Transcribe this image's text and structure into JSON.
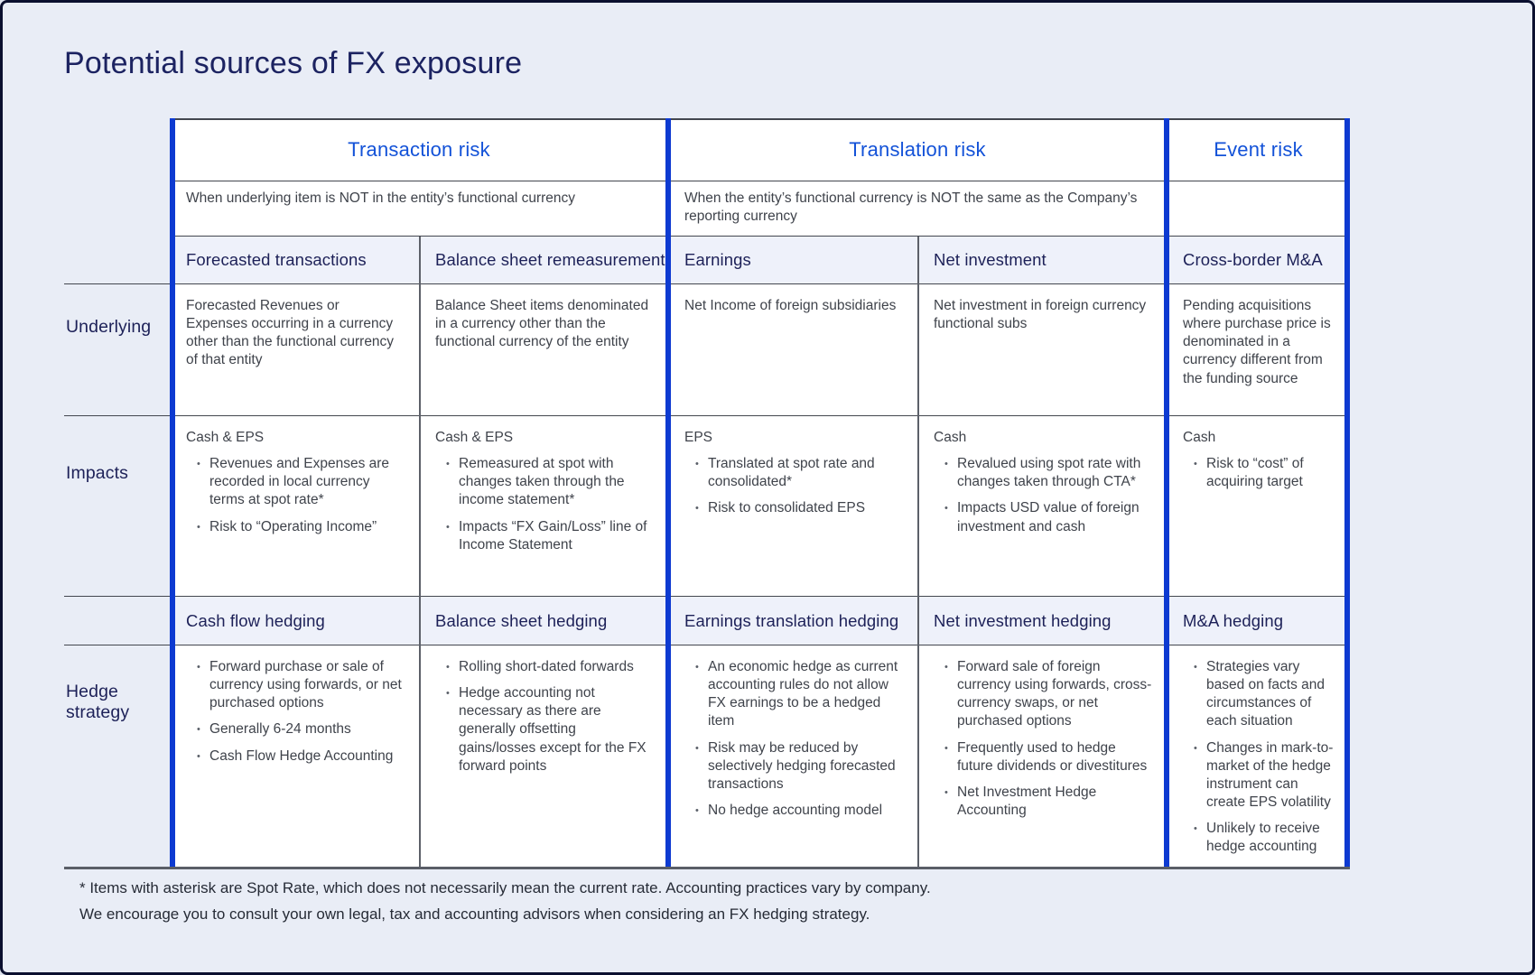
{
  "page": {
    "title": "Potential sources of FX exposure"
  },
  "table": {
    "risk_groups": [
      {
        "label": "Transaction risk",
        "description": "When underlying item is NOT in the entity’s functional currency"
      },
      {
        "label": "Translation risk",
        "description": "When the entity’s functional currency is NOT the same as the Company’s reporting currency"
      },
      {
        "label": "Event risk",
        "description": ""
      }
    ],
    "row_labels": {
      "underlying": "Underlying",
      "impacts": "Impacts",
      "hedge_strategy": "Hedge strategy"
    },
    "columns": [
      {
        "header": "Forecasted transactions",
        "underlying": "Forecasted Revenues or Expenses occurring in a currency other than the functional currency of that entity",
        "impacts_heading": "Cash & EPS",
        "impacts_bullets": [
          "Revenues and Expenses are recorded in local currency terms at spot rate*",
          "Risk to “Operating Income”"
        ],
        "hedge_header": "Cash flow hedging",
        "hedge_bullets": [
          "Forward purchase or sale of currency using forwards, or net purchased options",
          "Generally 6-24 months",
          "Cash Flow Hedge Accounting"
        ]
      },
      {
        "header": "Balance sheet remeasurement",
        "underlying": "Balance Sheet items denominated in a currency other than the functional currency of the entity",
        "impacts_heading": "Cash & EPS",
        "impacts_bullets": [
          "Remeasured at spot with changes taken through the income statement*",
          "Impacts “FX Gain/Loss” line of Income Statement"
        ],
        "hedge_header": "Balance sheet hedging",
        "hedge_bullets": [
          "Rolling short-dated forwards",
          "Hedge accounting not necessary as there are generally offsetting gains/losses except for the FX forward points"
        ]
      },
      {
        "header": "Earnings",
        "underlying": "Net Income of foreign subsidiaries",
        "impacts_heading": "EPS",
        "impacts_bullets": [
          "Translated at spot rate and consolidated*",
          "Risk to consolidated EPS"
        ],
        "hedge_header": "Earnings translation hedging",
        "hedge_bullets": [
          "An economic hedge as current accounting rules do not allow FX earnings to be a hedged item",
          "Risk may be reduced by selectively hedging forecasted transactions",
          "No hedge accounting model"
        ]
      },
      {
        "header": "Net investment",
        "underlying": "Net investment in foreign currency functional subs",
        "impacts_heading": "Cash",
        "impacts_bullets": [
          "Revalued using spot rate with changes taken through CTA*",
          "Impacts USD value of foreign investment and cash"
        ],
        "hedge_header": "Net investment hedging",
        "hedge_bullets": [
          "Forward sale of foreign currency using forwards, cross-currency swaps, or net purchased options",
          "Frequently used to hedge future dividends or divestitures",
          "Net Investment Hedge Accounting"
        ]
      },
      {
        "header": "Cross-border M&A",
        "underlying": "Pending acquisitions where purchase price is denominated in a currency different from the funding source",
        "impacts_heading": "Cash",
        "impacts_bullets": [
          "Risk to “cost” of acquiring target"
        ],
        "hedge_header": "M&A hedging",
        "hedge_bullets": [
          "Strategies vary based on facts and circumstances of each situation",
          "Changes in mark-to-market of the hedge instrument can create EPS volatility",
          "Unlikely to receive hedge accounting"
        ]
      }
    ],
    "footnote_line1": "* Items with asterisk are Spot Rate, which does not necessarily mean the current rate. Accounting practices vary by company.",
    "footnote_line2": "We encourage you to consult your own legal, tax and accounting advisors when considering an FX hedging strategy."
  },
  "colors": {
    "page_background": "#e9edf6",
    "outer_border_navy": "#0b102f",
    "accent_bar_blue": "#0d3ad1",
    "risk_title_blue": "#1352d8",
    "heading_navy": "#1d2158",
    "body_text_gray": "#3f434b",
    "subheader_lavender": "#eef1fa"
  }
}
